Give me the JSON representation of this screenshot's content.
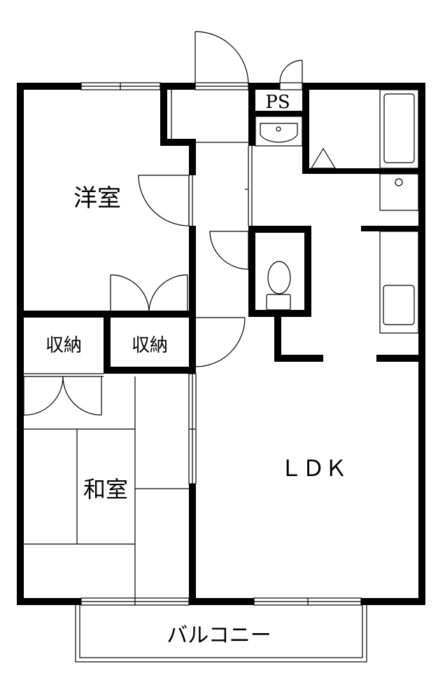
{
  "rooms": {
    "western_room": "洋室",
    "storage_left": "収納",
    "storage_right": "収納",
    "japanese_room": "和室",
    "ldk": "ＬＤＫ",
    "pipe_space": "PS",
    "balcony": "バルコニー"
  }
}
